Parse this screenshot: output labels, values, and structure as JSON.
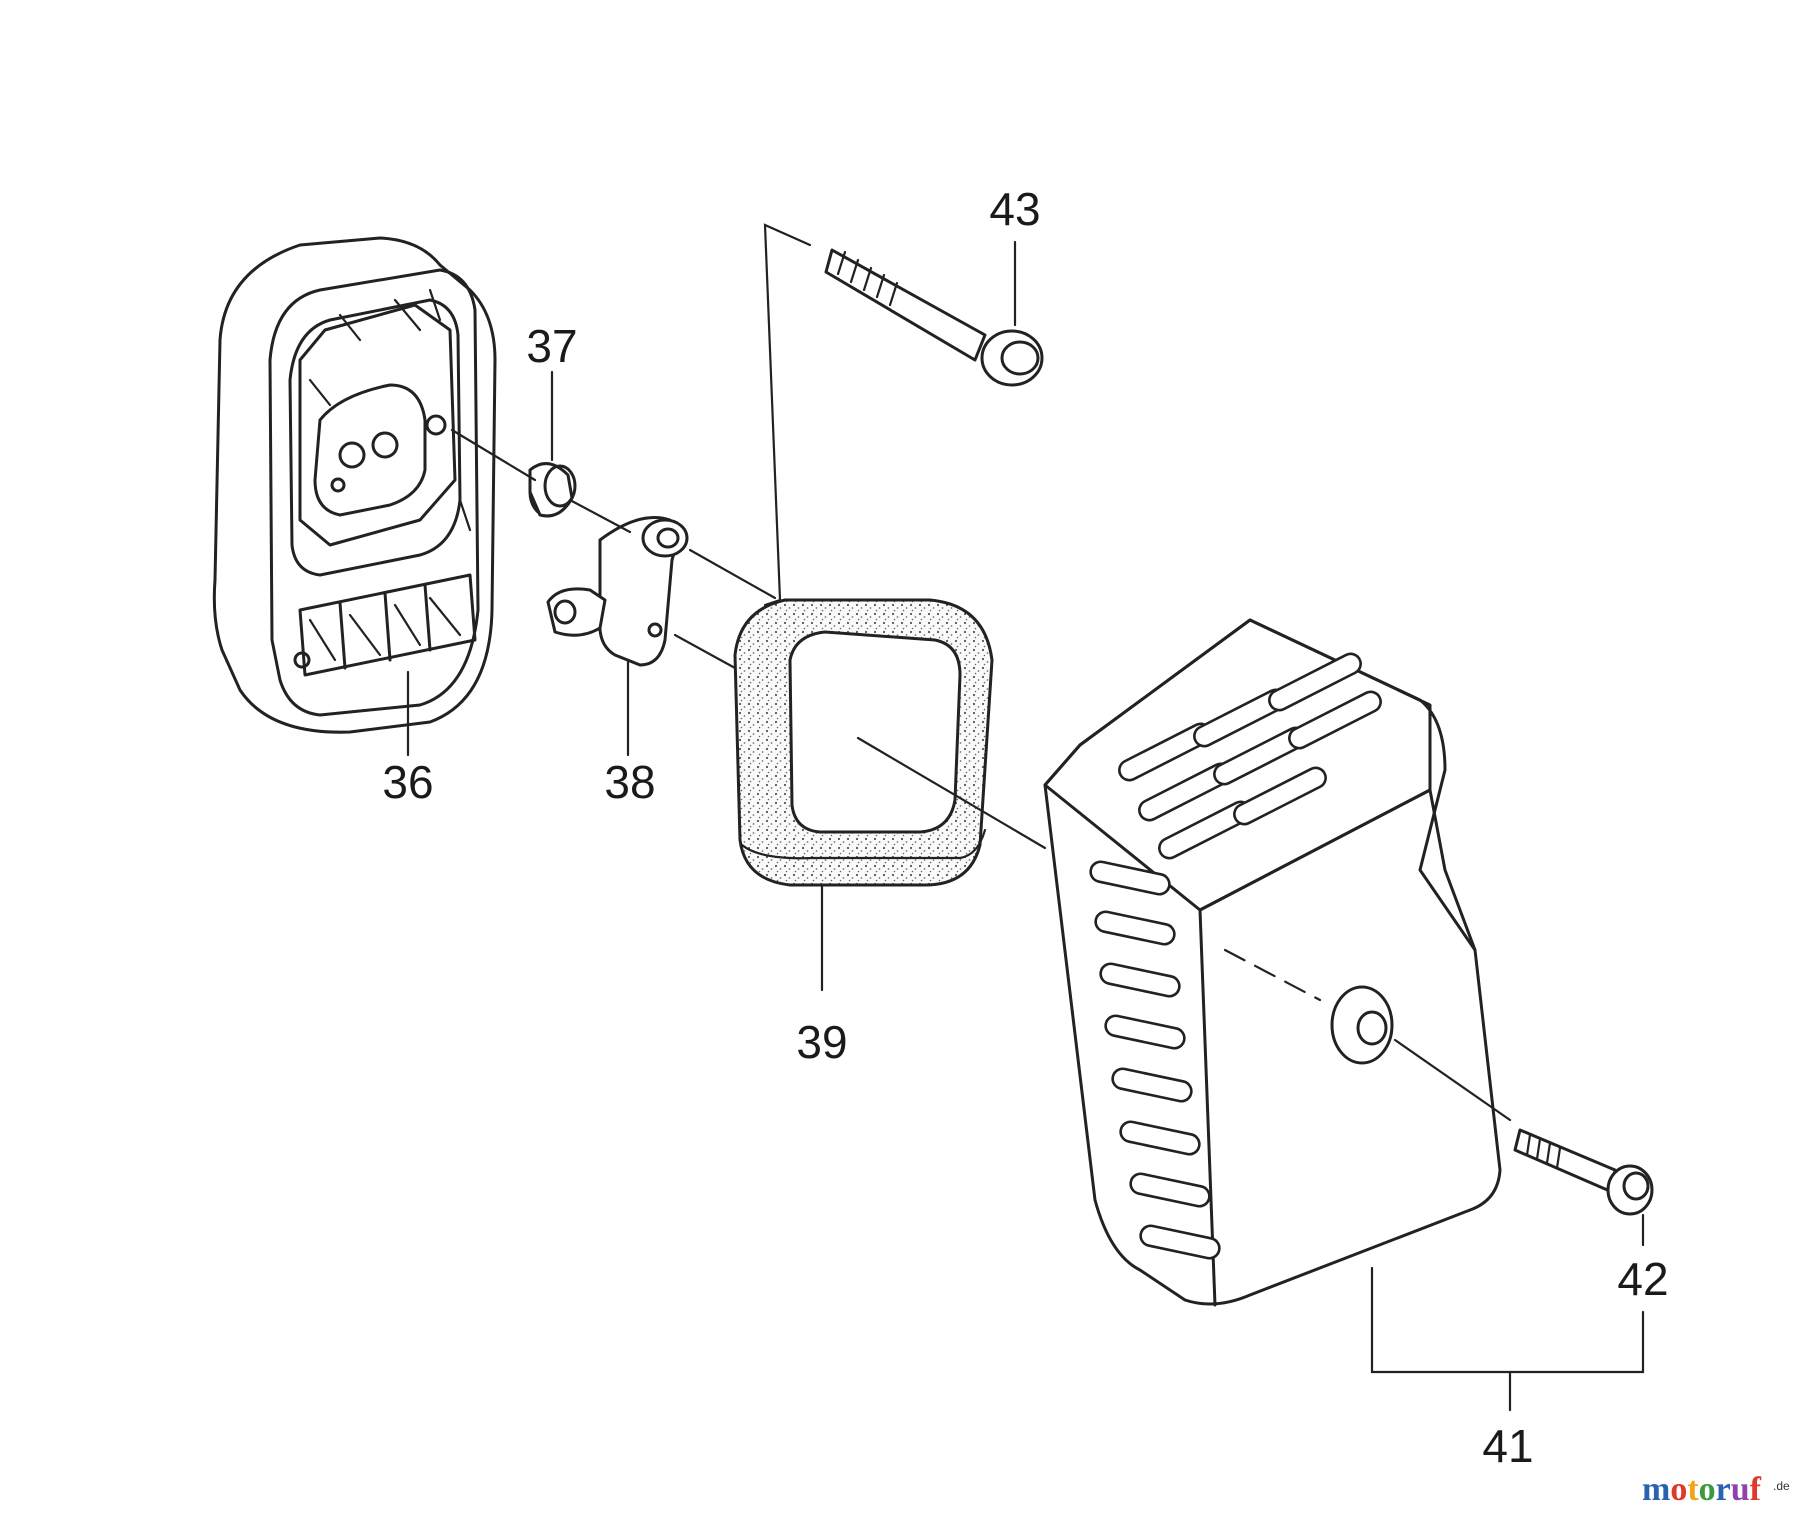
{
  "callouts": {
    "p36": "36",
    "p37": "37",
    "p38": "38",
    "p39": "39",
    "p41": "41",
    "p42": "42",
    "p43": "43"
  },
  "watermark": {
    "letters": [
      "m",
      "o",
      "t",
      "o",
      "r",
      "u",
      "f"
    ],
    "letter_colors": [
      "#2a62b0",
      "#e0392b",
      "#f2a51c",
      "#3b9a3b",
      "#2a62b0",
      "#8e44ad",
      "#e0392b"
    ],
    "suffix": ".de"
  }
}
